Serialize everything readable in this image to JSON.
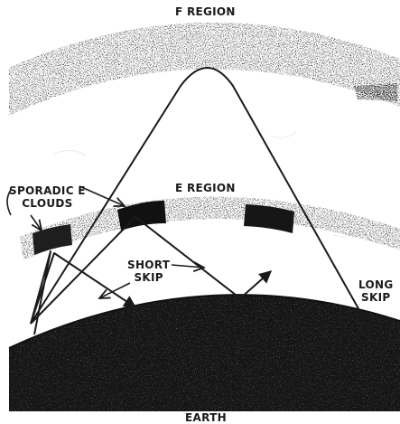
{
  "labels": {
    "f_region": "F REGION",
    "e_region": "E REGION",
    "sporadic_line1": "SPORADIC E",
    "sporadic_line2": "CLOUDS",
    "short_skip_line1": "SHORT",
    "short_skip_line2": "SKIP",
    "long_skip_line1": "LONG",
    "long_skip_line2": "SKIP",
    "earth": "EARTH"
  }
}
